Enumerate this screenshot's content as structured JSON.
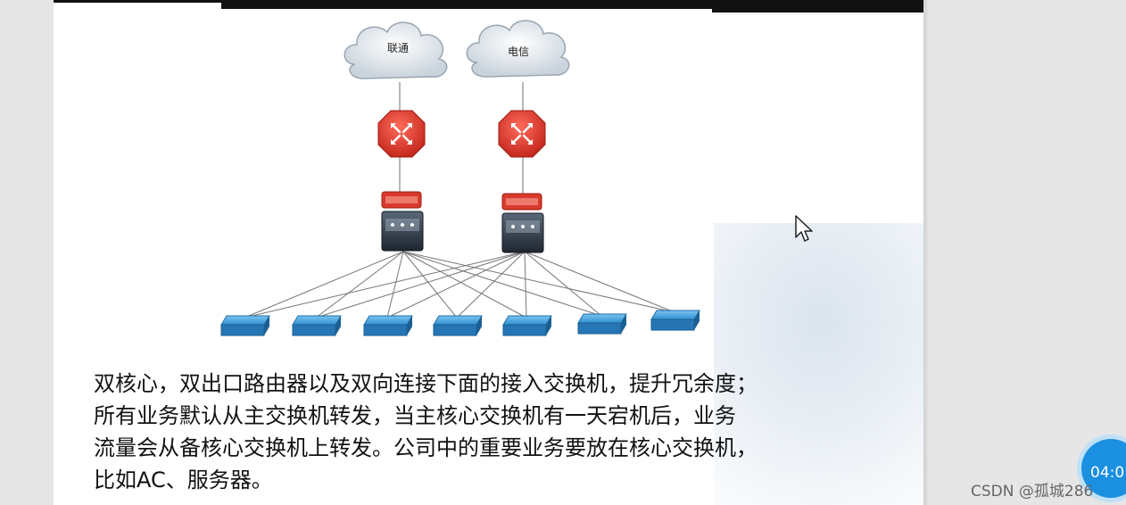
{
  "diagram": {
    "isp_left": "联通",
    "isp_right": "电信"
  },
  "caption": {
    "line1": "双核心，双出口路由器以及双向连接下面的接入交换机，提升冗余度；",
    "line2": "所有业务默认从主交换机转发，当主核心交换机有一天宕机后，业务",
    "line3": "流量会从备核心交换机上转发。公司中的重要业务要放在核心交换机，",
    "line4": "比如AC、服务器。"
  },
  "watermark": "CSDN @孤城286",
  "timer": "04:0",
  "colors": {
    "router_red": "#e0392b",
    "switch_blue": "#2a8fcf",
    "core_dark": "#2c3440"
  },
  "icons": [
    "cloud-icon",
    "router-icon",
    "firewall-icon",
    "core-switch-icon",
    "access-switch-icon",
    "cursor-icon"
  ]
}
